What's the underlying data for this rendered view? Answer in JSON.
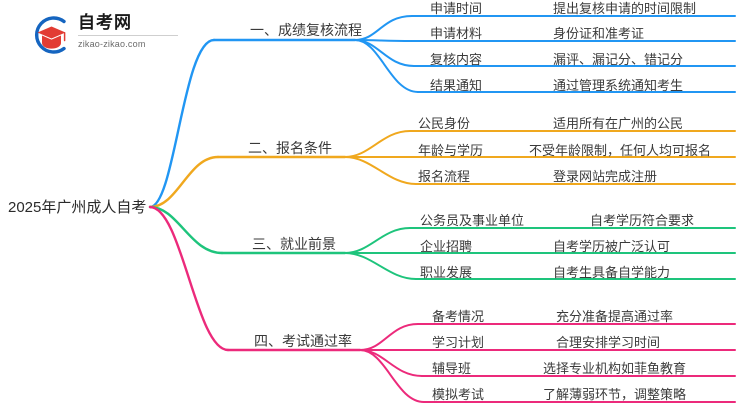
{
  "logo": {
    "name_cn": "自考网",
    "name_en": "zikao-zikao.com",
    "mark_icon": "graduation-cap-icon"
  },
  "mindmap": {
    "root": "2025年广州成人自考",
    "colors": {
      "blue": "#2196F3",
      "orange": "#F0A81E",
      "green": "#1EC47C",
      "pink": "#EC2A7B"
    },
    "branches": [
      {
        "label": "一、成绩复核流程",
        "color": "#2196F3",
        "color_name": "blue",
        "items": [
          {
            "label": "申请时间",
            "desc": "提出复核申请的时间限制"
          },
          {
            "label": "申请材料",
            "desc": "身份证和准考证"
          },
          {
            "label": "复核内容",
            "desc": "漏评、漏记分、错记分"
          },
          {
            "label": "结果通知",
            "desc": "通过管理系统通知考生"
          }
        ]
      },
      {
        "label": "二、报名条件",
        "color": "#F0A81E",
        "color_name": "orange",
        "items": [
          {
            "label": "公民身份",
            "desc": "适用所有在广州的公民"
          },
          {
            "label": "年龄与学历",
            "desc": "不受年龄限制，任何人均可报名"
          },
          {
            "label": "报名流程",
            "desc": "登录网站完成注册"
          }
        ]
      },
      {
        "label": "三、就业前景",
        "color": "#1EC47C",
        "color_name": "green",
        "items": [
          {
            "label": "公务员及事业单位",
            "desc": "自考学历符合要求"
          },
          {
            "label": "企业招聘",
            "desc": "自考学历被广泛认可"
          },
          {
            "label": "职业发展",
            "desc": "自考生具备自学能力"
          }
        ]
      },
      {
        "label": "四、考试通过率",
        "color": "#EC2A7B",
        "color_name": "pink",
        "items": [
          {
            "label": "备考情况",
            "desc": "充分准备提高通过率"
          },
          {
            "label": "学习计划",
            "desc": "合理安排学习时间"
          },
          {
            "label": "辅导班",
            "desc": "选择专业机构如菲鱼教育"
          },
          {
            "label": "模拟考试",
            "desc": "了解薄弱环节，调整策略"
          }
        ]
      }
    ]
  }
}
